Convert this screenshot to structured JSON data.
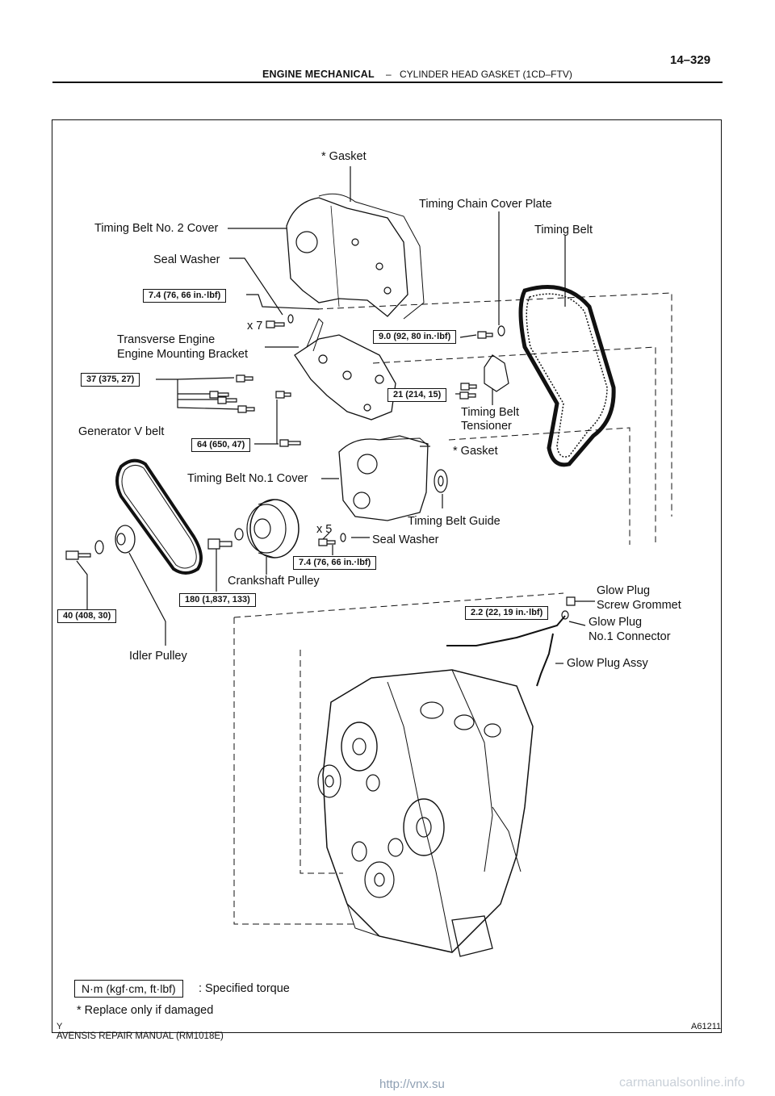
{
  "header": {
    "section": "ENGINE MECHANICAL",
    "separator": "–",
    "subsection": "CYLINDER HEAD GASKET (1CD–FTV)",
    "page": "14–329"
  },
  "labels": {
    "gasket_top": "* Gasket",
    "timing_chain_cover_plate": "Timing Chain Cover Plate",
    "timing_belt_no2_cover": "Timing Belt No. 2 Cover",
    "timing_belt": "Timing Belt",
    "seal_washer_top": "Seal Washer",
    "x7": "x 7",
    "transverse_engine_1": "Transverse Engine",
    "transverse_engine_2": "Engine Mounting Bracket",
    "timing_belt_tensioner_1": "Timing Belt",
    "timing_belt_tensioner_2": "Tensioner",
    "generator_v_belt": "Generator V belt",
    "gasket_mid": "* Gasket",
    "timing_belt_no1_cover": "Timing Belt No.1 Cover",
    "timing_belt_guide": "Timing Belt Guide",
    "x5": "x 5",
    "seal_washer_mid": "Seal Washer",
    "crankshaft_pulley": "Crankshaft Pulley",
    "glow_plug_grommet_1": "Glow Plug",
    "glow_plug_grommet_2": "Screw Grommet",
    "glow_plug_connector_1": "Glow Plug",
    "glow_plug_connector_2": "No.1 Connector",
    "glow_plug_assy": "Glow Plug Assy",
    "idler_pulley": "Idler Pulley"
  },
  "torques": {
    "t1": "7.4 (76, 66 in.·lbf)",
    "t2": "9.0 (92, 80 in.·lbf)",
    "t3": "37 (375, 27)",
    "t4": "21 (214, 15)",
    "t5": "64 (650, 47)",
    "t6": "7.4 (76, 66 in.·lbf)",
    "t7": "180 (1,837, 133)",
    "t8": "40 (408, 30)",
    "t9": "2.2 (22, 19 in.·lbf)"
  },
  "legend": {
    "unit_box": "N·m (kgf·cm, ft·lbf)",
    "unit_desc": ": Specified torque",
    "note": "* Replace only if damaged"
  },
  "figure_id": "A61211",
  "corner_mark": "Y",
  "footer": "AVENSIS REPAIR MANUAL   (RM1018E)",
  "watermark_left": "http://vnx.su",
  "watermark_right": "carmanualsonline.info"
}
